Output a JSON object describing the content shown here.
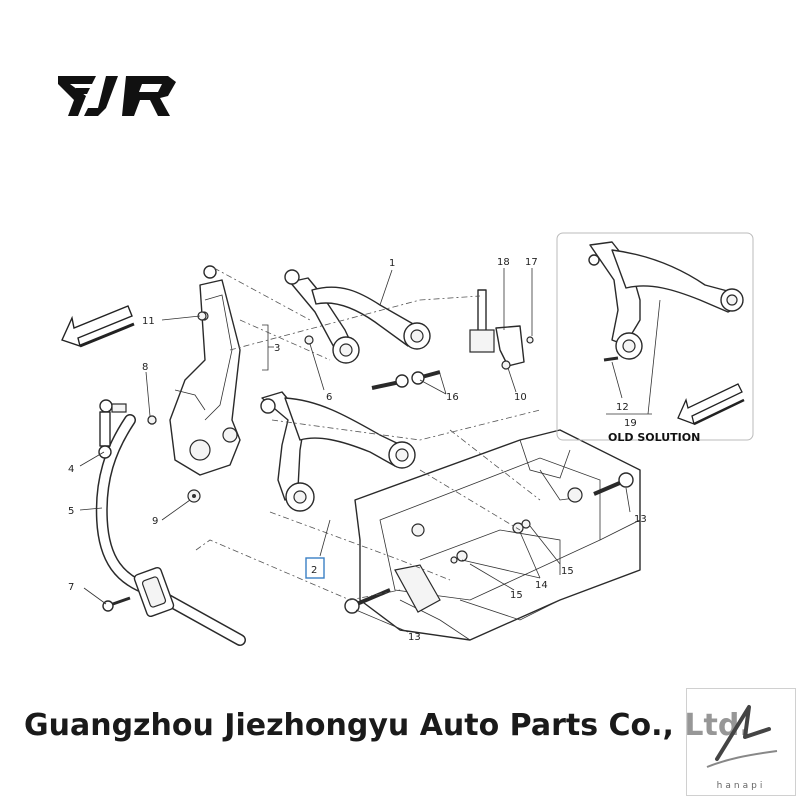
{
  "logo": {
    "text": "EJR"
  },
  "callouts": {
    "c1": "1",
    "c2": "2",
    "c3": "3",
    "c4": "4",
    "c5": "5",
    "c6": "6",
    "c7": "7",
    "c8": "8",
    "c9": "9",
    "c10": "10",
    "c11": "11",
    "c12": "12",
    "c13a": "13",
    "c13b": "13",
    "c14": "14",
    "c15a": "15",
    "c15b": "15",
    "c16": "16",
    "c17": "17",
    "c18": "18",
    "c19": "19"
  },
  "inset": {
    "caption": "OLD SOLUTION"
  },
  "footer": {
    "company": "Guangzhou Jiezhongyu Auto Parts Co., Ltd."
  },
  "watermark": {
    "text": "hanapi"
  },
  "colors": {
    "ink": "#1a1a1a",
    "callout_box": "#3a7fc4",
    "frame": "#bbbbbb"
  }
}
